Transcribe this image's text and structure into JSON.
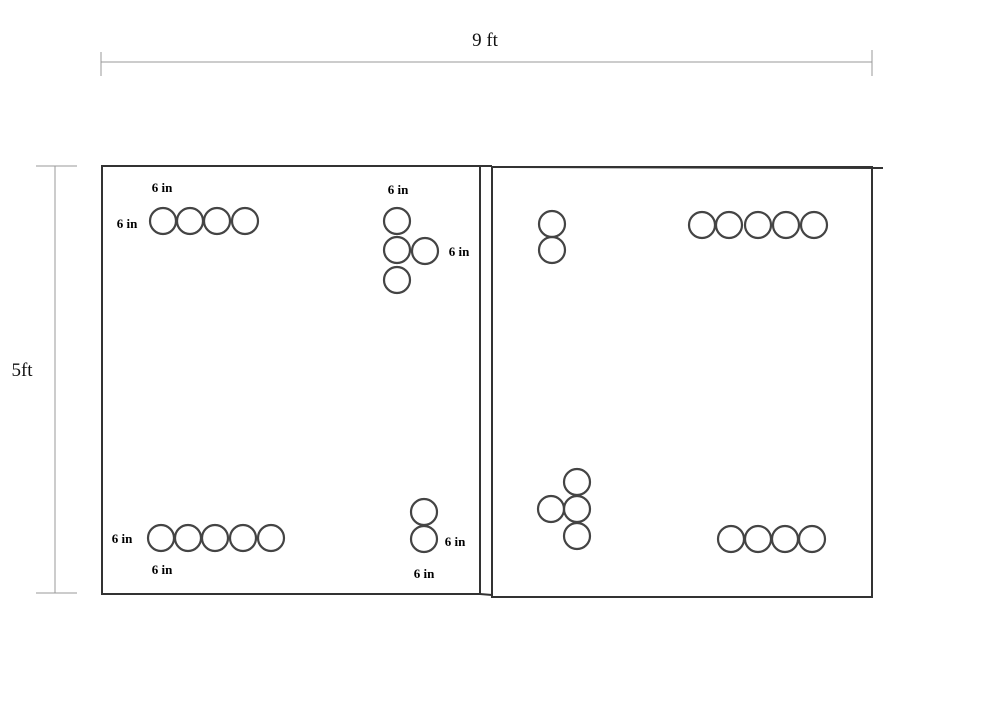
{
  "dimensions": {
    "width_label": "9 ft",
    "height_label": "5ft"
  },
  "labels": [
    "6 in",
    "6 in",
    "6 in",
    "6 in",
    "6 in",
    "6 in",
    "6 in",
    "6 in"
  ],
  "groups": {
    "left_top_row_count": 4,
    "left_top_cluster_count": 4,
    "left_bottom_row_count": 5,
    "left_bottom_pair_count": 2,
    "right_top_pair_count": 2,
    "right_top_row_count": 5,
    "right_bottom_cluster_count": 4,
    "right_bottom_row_count": 4
  }
}
